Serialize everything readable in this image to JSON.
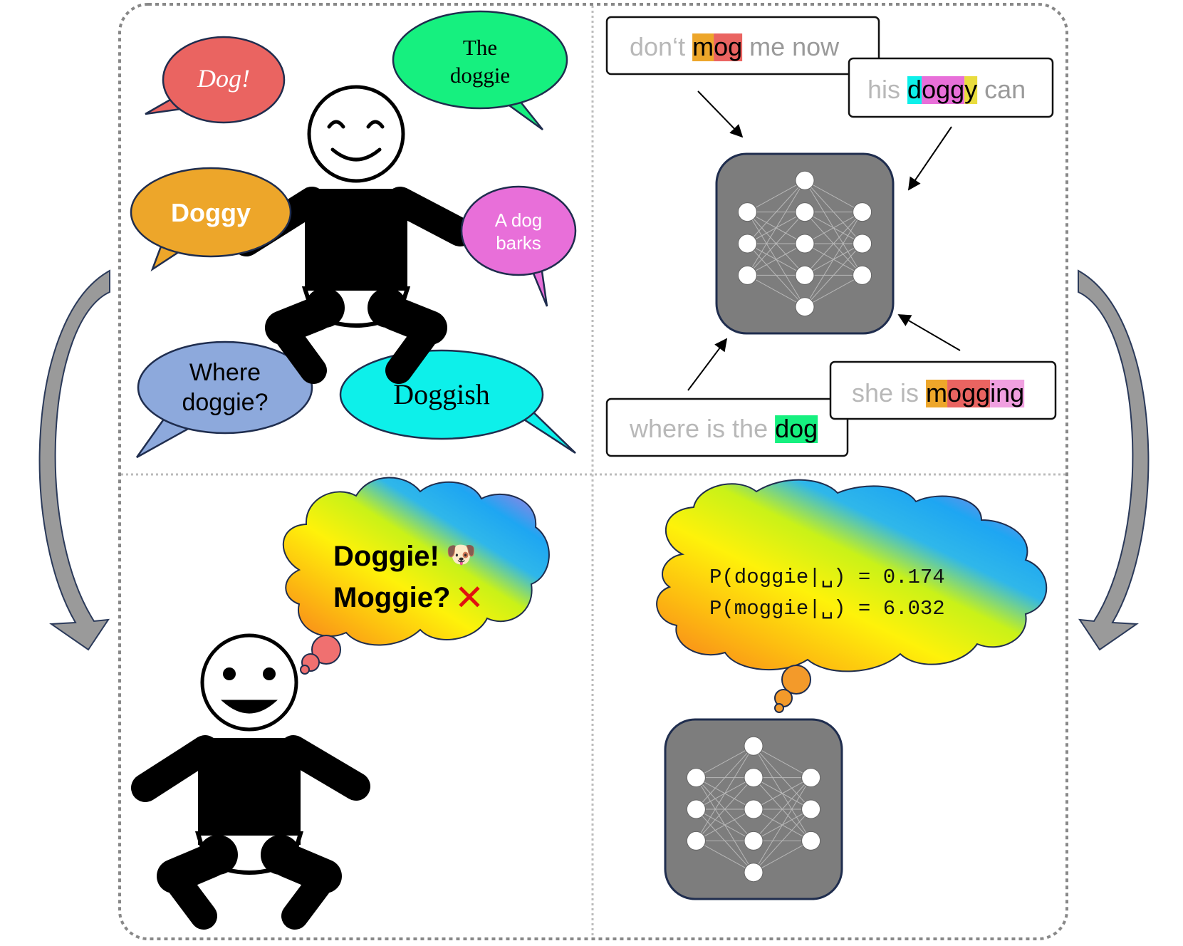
{
  "child_bubbles": [
    {
      "text_lines": [
        "Dog!"
      ],
      "color": "#ea6461"
    },
    {
      "text_lines": [
        "The",
        "doggie"
      ],
      "color": "#16f07f"
    },
    {
      "text_lines": [
        "Doggy"
      ],
      "color": "#eda62a"
    },
    {
      "text_lines": [
        "A dog",
        "barks"
      ],
      "color": "#e86fd9"
    },
    {
      "text_lines": [
        "Where",
        "doggie?"
      ],
      "color": "#8da9dc"
    },
    {
      "text_lines": [
        "Doggish"
      ],
      "color": "#0df0ea"
    }
  ],
  "corpus_boxes": [
    {
      "segments": [
        {
          "text": "don‘t ",
          "highlight": null
        },
        {
          "text": "m",
          "highlight": "#eda62a"
        },
        {
          "text": "og",
          "highlight": "#ea6461"
        },
        {
          "text": " me now",
          "highlight": null
        }
      ]
    },
    {
      "segments": [
        {
          "text": "his ",
          "highlight": null
        },
        {
          "text": "d",
          "highlight": "#0df0ea"
        },
        {
          "text": "ogg",
          "highlight": "#e86fd9"
        },
        {
          "text": "y",
          "highlight": "#e9dc3e"
        },
        {
          "text": " can",
          "highlight": null
        }
      ]
    },
    {
      "segments": [
        {
          "text": "where is the ",
          "highlight": null
        },
        {
          "text": "dog",
          "highlight": "#16f07f"
        }
      ]
    },
    {
      "segments": [
        {
          "text": "she is ",
          "highlight": null
        },
        {
          "text": "m",
          "highlight": "#eda62a"
        },
        {
          "text": "ogg",
          "highlight": "#ea6461"
        },
        {
          "text": "ing",
          "highlight": "#f0a0e0"
        }
      ]
    }
  ],
  "child_thought": {
    "line1": "Doggie!",
    "line2": "Moggie?",
    "emoji": "🐶",
    "cross": "✕",
    "cross_color": "#e01010"
  },
  "model_thought": {
    "line1": "P(doggie|␣) = 0.174",
    "line2": "P(moggie|␣) = 6.032"
  },
  "colors": {
    "network_bg": "#7d7d7d",
    "network_border": "#1f2d4e",
    "arrow_fill": "#9a9a9a",
    "arrow_stroke": "#2b3a5a",
    "frame": "#888888",
    "divider": "#bbbbbb"
  },
  "icons": [
    "child-figure-icon",
    "neural-network-icon",
    "curved-arrow-icon",
    "dog-face-emoji",
    "red-cross-icon"
  ]
}
